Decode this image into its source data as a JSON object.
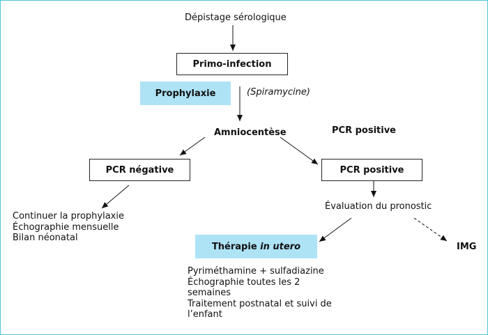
{
  "nodes": {
    "depistage": "Dépistage sérologique",
    "primo": "Primo-infection",
    "prophylaxie": "Prophylaxie",
    "spiramycine": "(Spiramycine)",
    "amniocentese": "Amniocentèse",
    "pcr_positive_label": "PCR positive",
    "pcr_negative": "PCR négative",
    "pcr_positive_box": "PCR positive",
    "evaluation": "Évaluation du pronostic",
    "therapie_prefix": "Thérapie ",
    "therapie_italic": "in utero",
    "img": "IMG"
  },
  "negative_list": [
    "Continuer la prophylaxie",
    "Échographie mensuelle",
    "Bilan néonatal"
  ],
  "therapy_list": [
    "Pyriméthamine + sulfadiazine",
    "Échographie toutes les 2",
    "semaines",
    "Traitement postnatal et suivi de",
    "l’enfant"
  ],
  "colors": {
    "frame": "#4fc3d9",
    "highlight": "#aee3f5"
  }
}
